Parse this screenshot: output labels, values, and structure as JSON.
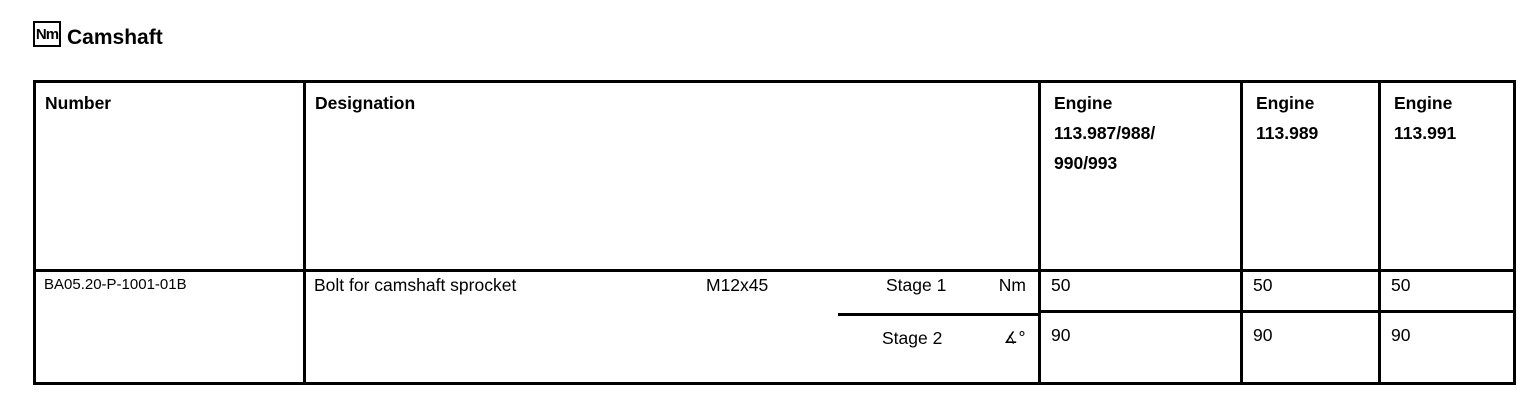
{
  "page": {
    "unit_icon": "Nm",
    "title": "Camshaft"
  },
  "table": {
    "headers": {
      "number": "Number",
      "designation": "Designation",
      "engines": [
        "Engine\n113.987/988/\n990/993",
        "Engine\n113.989",
        "Engine\n113.991"
      ]
    },
    "row": {
      "number": "BA05.20-P-1001-01B",
      "designation": "Bolt for camshaft sprocket",
      "size": "M12x45",
      "stages": [
        {
          "label": "Stage 1",
          "unit": "Nm",
          "values": [
            "50",
            "50",
            "50"
          ]
        },
        {
          "label": "Stage 2",
          "unit": "∡°",
          "values": [
            "90",
            "90",
            "90"
          ]
        }
      ]
    }
  }
}
